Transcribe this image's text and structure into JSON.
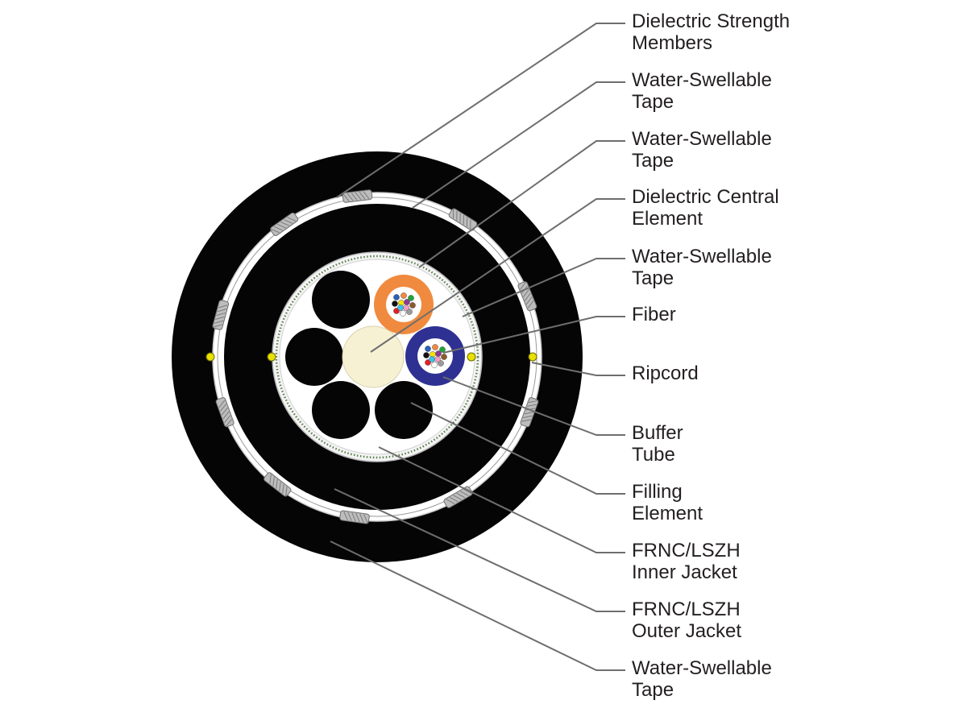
{
  "colors": {
    "jacket": "#050505",
    "tape": "#ffffff",
    "leader": "#6e6e6e",
    "label": "#231f20",
    "strength_member": "#bdbdbd",
    "ripcord": "#e8e000",
    "central_element": "#f7f1d4",
    "tube_orange": "#f08a3e",
    "tube_blue": "#2e3192",
    "filler": "#050505"
  },
  "callouts": [
    {
      "id": "dielectric-strength-members",
      "lines": [
        "Dielectric Strength",
        "Members"
      ]
    },
    {
      "id": "water-swellable-tape-1",
      "lines": [
        "Water-Swellable",
        "Tape"
      ]
    },
    {
      "id": "water-swellable-tape-2",
      "lines": [
        "Water-Swellable",
        "Tape"
      ]
    },
    {
      "id": "dielectric-central-element",
      "lines": [
        "Dielectric Central",
        "Element"
      ]
    },
    {
      "id": "water-swellable-tape-3",
      "lines": [
        "Water-Swellable",
        "Tape"
      ]
    },
    {
      "id": "fiber",
      "lines": [
        "Fiber"
      ]
    },
    {
      "id": "ripcord",
      "lines": [
        "Ripcord"
      ]
    },
    {
      "id": "buffer-tube",
      "lines": [
        "Buffer",
        "Tube"
      ]
    },
    {
      "id": "filling-element",
      "lines": [
        "Filling",
        "Element"
      ]
    },
    {
      "id": "frnc-lszh-inner-jacket",
      "lines": [
        "FRNC/LSZH",
        "Inner Jacket"
      ]
    },
    {
      "id": "frnc-lszh-outer-jacket",
      "lines": [
        "FRNC/LSZH",
        "Outer Jacket"
      ]
    },
    {
      "id": "water-swellable-tape-4",
      "lines": [
        "Water-Swellable",
        "Tape"
      ]
    }
  ],
  "fiber_colors": [
    "#2b5fb8",
    "#f08a3e",
    "#22a33a",
    "#8b5a2b",
    "#9a9a9a",
    "#ffffff",
    "#e41e26",
    "#111111",
    "#f5e400",
    "#8e3b96",
    "#f19ec2",
    "#39c3e8"
  ]
}
